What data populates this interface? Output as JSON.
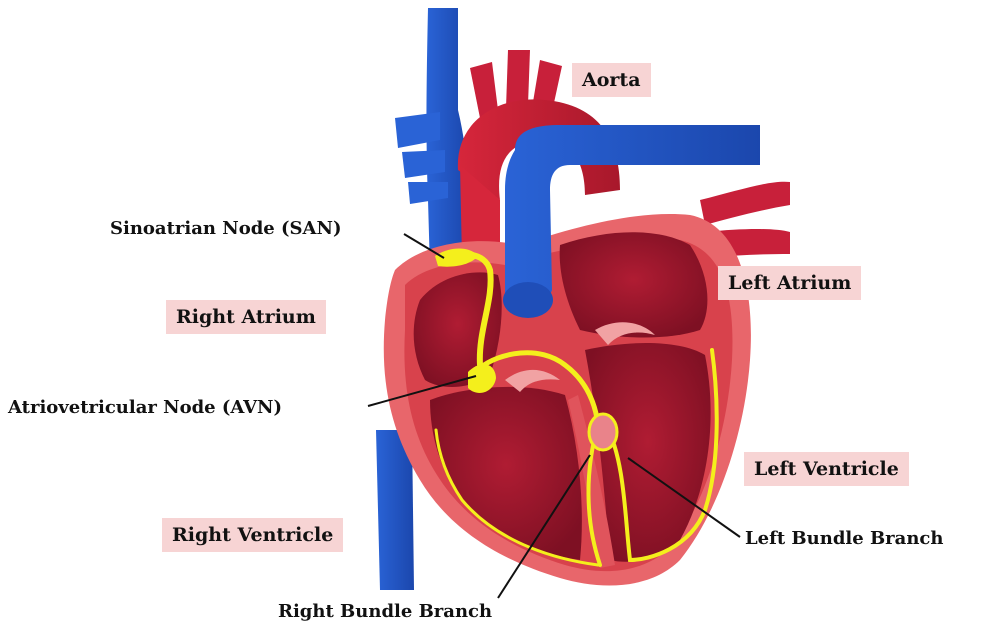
{
  "labels": {
    "aorta": "Aorta",
    "left_atrium": "Left Atrium",
    "right_atrium": "Right Atrium",
    "left_ventricle": "Left Ventricle",
    "right_ventricle": "Right Ventricle",
    "san": "Sinoatrian Node (SAN)",
    "avn": "Atriovetricular Node (AVN)",
    "left_bundle": "Left Bundle Branch",
    "right_bundle": "Right Bundle Branch"
  },
  "colors": {
    "vessel_blue": "#2156c9",
    "heart_red": "#c32034",
    "heart_outer": "#e8666b",
    "chamber_dark": "#8e1528",
    "conduction_yellow": "#f4ef1c",
    "label_box": "#f7d4d4"
  }
}
